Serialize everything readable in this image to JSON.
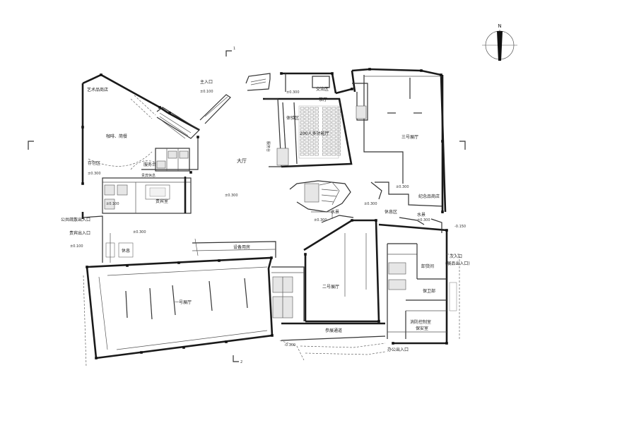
{
  "compass": {
    "label": "N"
  },
  "section_marks": {
    "top": "1",
    "bottom": "2"
  },
  "rooms": {
    "main_entrance": "主入口",
    "art_shop": "艺术品商店",
    "cafe": "咖啡、简餐",
    "storage": "存包区",
    "service_desk": "服务台",
    "reception": "贵宾室",
    "grand_hall": "大厅",
    "exchange_zone": "交流区",
    "tea_hall": "茶厅",
    "experience_zone": "体验区",
    "multifunction_hall": "200人多功能厅",
    "gallery_3": "三号展厅",
    "gift_shop": "纪念品商店",
    "rest_1": "休息区",
    "rest_2": "休息",
    "water_feature_1": "水景",
    "water_feature_2": "水景",
    "equipment_room": "设备用房",
    "gallery_1": "一号展厅",
    "gallery_2": "二号展厅",
    "corridor": "参展通道",
    "public_exit": "公共疏散出入口",
    "vip_exit": "贵宾出入口",
    "secondary_entrance": "次入口",
    "secondary_entrance_note": "(展品出入口)",
    "storage_2": "卸货间",
    "security": "保卫部",
    "fire_control": "消防控制室",
    "guard_room": "保安室",
    "office_exit": "办公出入口",
    "console": "服务台",
    "vip_note": "贵宾休息"
  },
  "elevations": {
    "e1": "±0.100",
    "e2": "±0.300",
    "e3": "±0.300",
    "e4": "±0.300",
    "e5": "±0.300",
    "e6": "±0.300",
    "e7": "±0.300",
    "e8": "-0.150",
    "e9": "±0.300",
    "e10": "±0.100",
    "e11": "-0.100",
    "e12": "±0.300",
    "e13": "±0.100"
  }
}
